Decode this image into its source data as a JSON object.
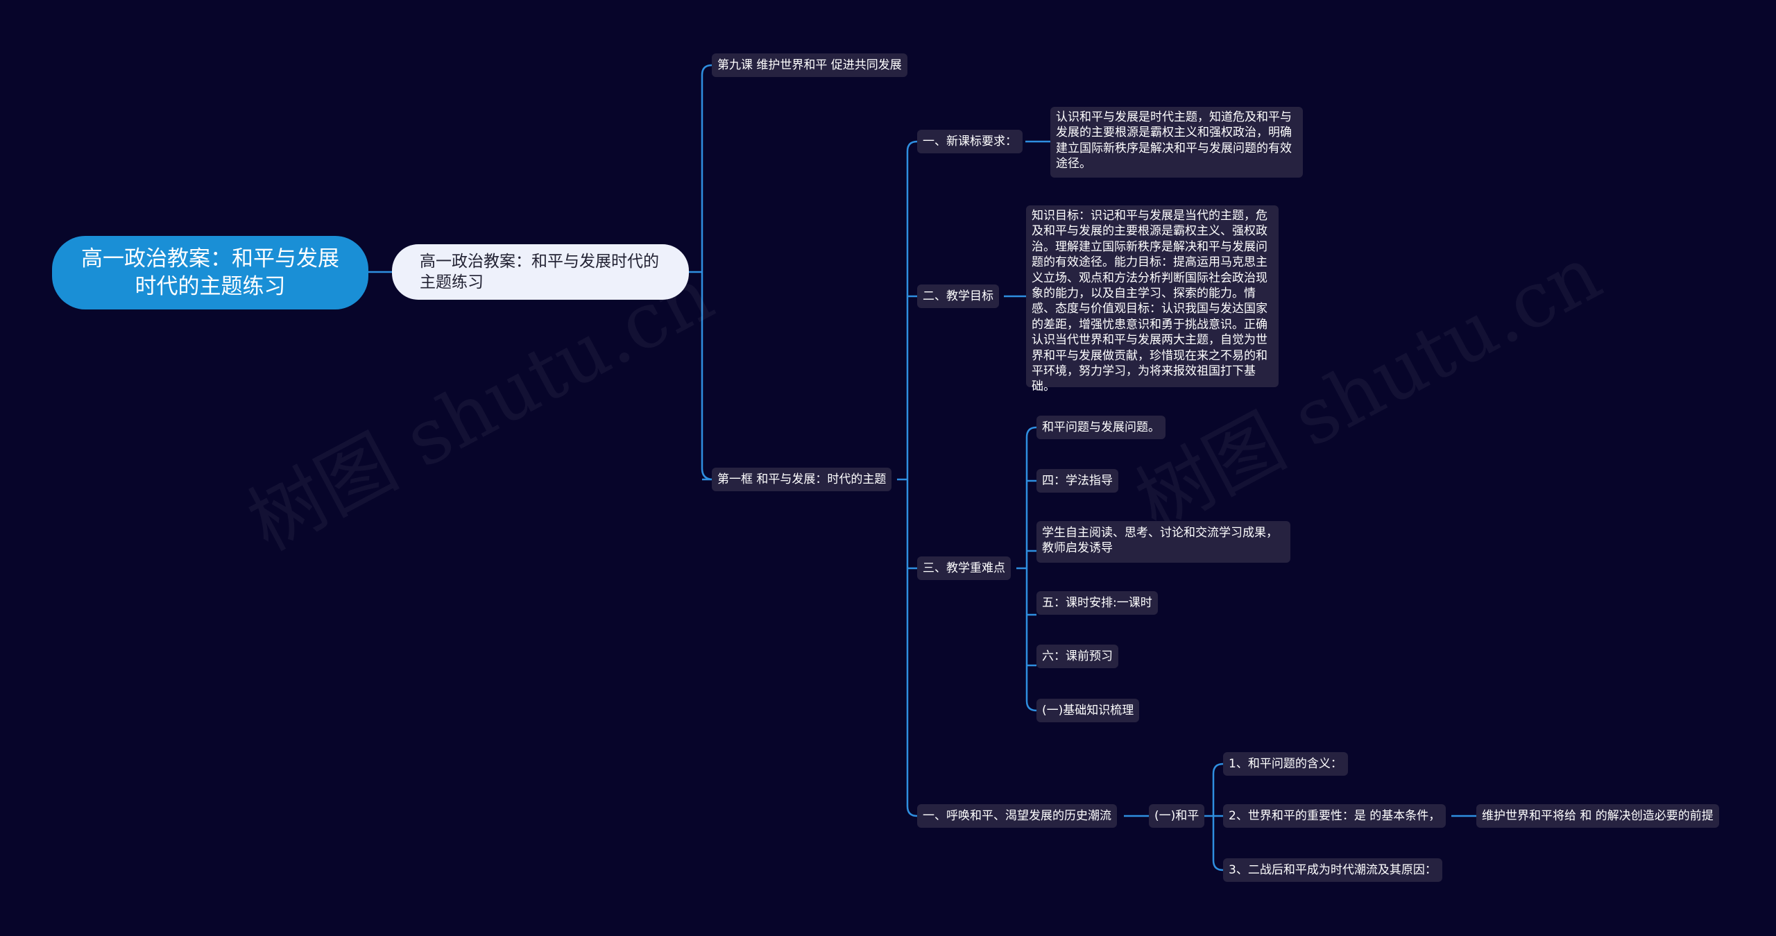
{
  "root": {
    "title": "高一政治教案：和平与发展时代的主题练习"
  },
  "sub": {
    "title": "高一政治教案：和平与发展时代的主题练习"
  },
  "level1": {
    "lesson": "第九课 维护世界和平 促进共同发展",
    "frame": "第一框 和平与发展：时代的主题"
  },
  "level2": {
    "curriculum": "一、新课标要求：",
    "goals": "二、教学目标",
    "keypoints": "三、教学重难点",
    "trend": "一、呼唤和平、渴望发展的历史潮流"
  },
  "details": {
    "curriculum_text": "认识和平与发展是时代主题，知道危及和平与发展的主要根源是霸权主义和强权政治，明确建立国际新秩序是解决和平与发展问题的有效途径。",
    "goals_text": "知识目标：识记和平与发展是当代的主题，危及和平与发展的主要根源是霸权主义、强权政治。理解建立国际新秩序是解决和平与发展问题的有效途径。能力目标：提高运用马克思主义立场、观点和方法分析判断国际社会政治现象的能力，以及自主学习、探索的能力。情感、态度与价值观目标：认识我国与发达国家的差距，增强忧患意识和勇于挑战意识。正确认识当代世界和平与发展两大主题，自觉为世界和平与发展做贡献，珍惜现在来之不易的和平环境，努力学习，为将来报效祖国打下基础。"
  },
  "keypoint_items": [
    "和平问题与发展问题。",
    "四：学法指导",
    "学生自主阅读、思考、讨论和交流学习成果，教师启发诱导",
    "五：课时安排:一课时",
    "六：课前预习",
    "(一)基础知识梳理"
  ],
  "peace": {
    "label": "(一)和平",
    "items": [
      "1、和平问题的含义：",
      "2、世界和平的重要性：是 的基本条件，",
      "3、二战后和平成为时代潮流及其原因："
    ],
    "importance_detail": "维护世界和平将给 和 的解决创造必要的前提"
  },
  "watermarks": [
    "树图 shutu.cn",
    "树图 shutu.cn"
  ],
  "colors": {
    "background": "#07052a",
    "root": "#1a8fd6",
    "sub": "#eef1fb",
    "node": "#262240",
    "link": "#2f8fe0"
  }
}
